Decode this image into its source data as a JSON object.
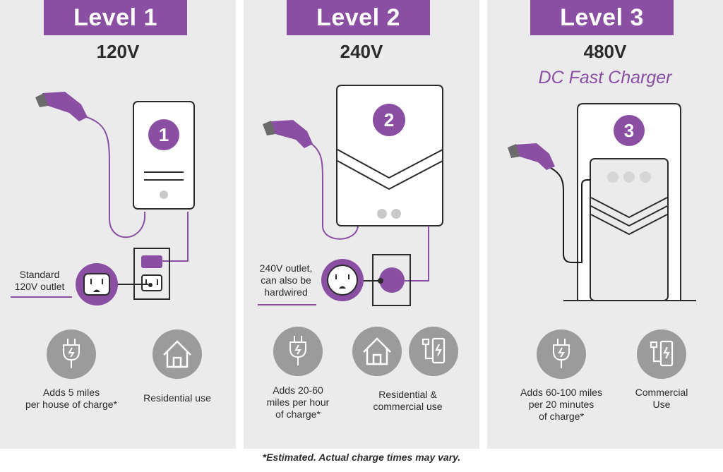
{
  "colors": {
    "accent": "#8a4fa3",
    "panel": "#ebebeb",
    "icon_circle": "#9b9b9b",
    "text": "#2b2b2b"
  },
  "levels": [
    {
      "title": "Level 1",
      "voltage": "120V",
      "badge": "1",
      "outlet_label": [
        "Standard",
        "120V outlet"
      ],
      "features": [
        {
          "icon": "plug-icon",
          "lines": [
            "Adds 5 miles",
            "per house of charge*"
          ]
        },
        {
          "icon": "house-icon",
          "lines": [
            "Residential use"
          ]
        }
      ]
    },
    {
      "title": "Level 2",
      "voltage": "240V",
      "badge": "2",
      "outlet_label": [
        "240V outlet,",
        "can also be",
        "hardwired"
      ],
      "features": [
        {
          "icon": "plug-icon",
          "lines": [
            "Adds 20-60",
            "miles per hour",
            "of charge*"
          ]
        },
        {
          "icon": "house-icon",
          "lines": [
            "Residential &",
            "commercial use"
          ]
        },
        {
          "icon": "charging-station-icon",
          "lines": []
        }
      ]
    },
    {
      "title": "Level 3",
      "voltage": "480V",
      "subtitle": "DC Fast Charger",
      "badge": "3",
      "features": [
        {
          "icon": "plug-icon",
          "lines": [
            "Adds 60-100 miles",
            "per 20 minutes",
            "of charge*"
          ]
        },
        {
          "icon": "charging-station-icon",
          "lines": [
            "Commercial",
            "Use"
          ]
        }
      ]
    }
  ],
  "footnote": "*Estimated. Actual charge times may vary."
}
